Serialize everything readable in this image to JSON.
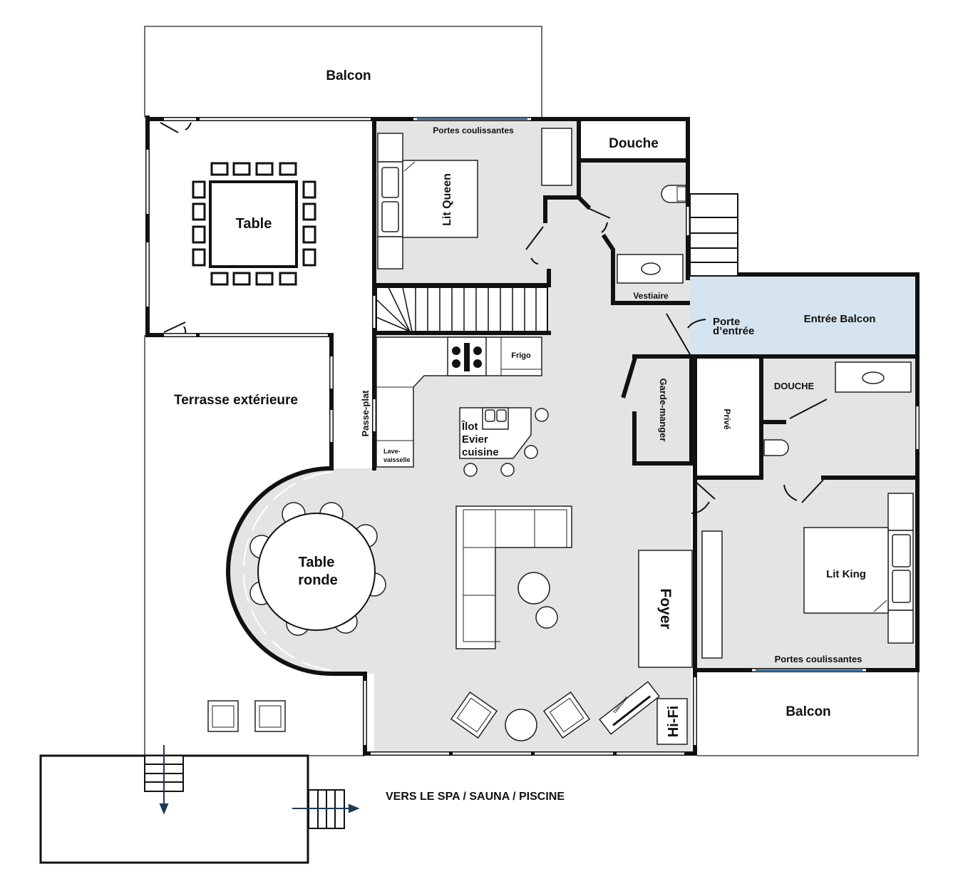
{
  "rooms": {
    "balcon_top": "Balcon",
    "table": "Table",
    "terrasse": "Terrasse extérieure",
    "portes_coulissantes_top": "Portes coulissantes",
    "lit_queen": "Lit Queen",
    "douche_top": "Douche",
    "vestiaire": "Vestiaire",
    "porte_entree_1": "Porte",
    "porte_entree_2": "d’entrée",
    "entree_balcon": "Entrée Balcon",
    "frigo": "Frigo",
    "passe_plat": "Passe-plat",
    "lave_vaisselle_1": "Lave-",
    "lave_vaisselle_2": "vaisselle",
    "ilot_1": "Îlot",
    "ilot_2": "Evier",
    "ilot_3": "cuisine",
    "garde_manger": "Garde-manger",
    "prive": "Privé",
    "douche_lower": "DOUCHE",
    "table_ronde_1": "Table",
    "table_ronde_2": "ronde",
    "foyer": "Foyer",
    "lit_king": "Lit King",
    "portes_coulissantes_bottom": "Portes coulissantes",
    "balcon_bottom": "Balcon",
    "television": "Télévision",
    "hifi": "Hi-Fi",
    "spa": "VERS LE SPA / SAUNA / PISCINE"
  },
  "colors": {
    "floor": "#e4e4e4",
    "entree": "#d6e4ef",
    "arrow": "#1d3a55"
  }
}
